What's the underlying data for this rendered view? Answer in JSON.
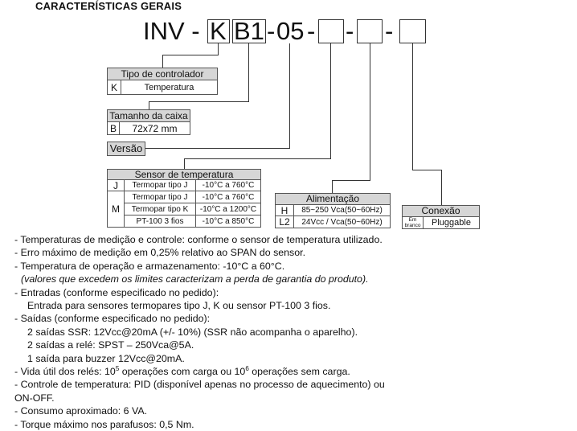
{
  "title": "CARACTERÍSTICAS GERAIS",
  "model_code": {
    "prefix": "INV -",
    "k": "K",
    "b1": "B1",
    "dash1": "-",
    "code05": "05",
    "dash2": "-",
    "dash3": "-",
    "dash4": "-"
  },
  "controller_type": {
    "header": "Tipo de controlador",
    "code": "K",
    "value": "Temperatura"
  },
  "case_size": {
    "header": "Tamanho da caixa",
    "code": "B",
    "value": "72x72 mm"
  },
  "version": {
    "label": "Versão"
  },
  "sensor": {
    "header": "Sensor de temperatura",
    "rows": [
      {
        "code": "J",
        "type": "Termopar tipo J",
        "range": "-10°C a 760°C"
      },
      {
        "code": "M",
        "type": "Termopar tipo J",
        "range": "-10°C a 760°C"
      },
      {
        "code": "",
        "type": "Termopar tipo K",
        "range": "-10°C a 1200°C"
      },
      {
        "code": "",
        "type": "PT-100 3 fios",
        "range": "-10°C a 850°C"
      }
    ]
  },
  "power": {
    "header": "Alimentação",
    "rows": [
      {
        "code": "H",
        "value": "85~250 Vca(50~60Hz)"
      },
      {
        "code": "L2",
        "value": "24Vcc / Vca(50~60Hz)"
      }
    ]
  },
  "connection": {
    "header": "Conexão",
    "code_line1": "Em",
    "code_line2": "branco",
    "value": "Pluggable"
  },
  "notes": {
    "n1": "- Temperaturas de medição e controle: conforme o sensor de temperatura utilizado.",
    "n2": "- Erro máximo de medição em 0,25% relativo ao SPAN do sensor.",
    "n3": "- Temperatura de operação e armazenamento: -10°C a 60°C.",
    "n3b": "(valores que excedem os limites caracterizam a perda de garantia do produto).",
    "n4": "- Entradas (conforme especificado no pedido):",
    "n4a": "Entrada para sensores termopares tipo J, K ou sensor PT-100 3 fios.",
    "n5": "- Saídas (conforme especificado no pedido):",
    "n5a": "2 saídas SSR: 12Vcc@20mA (+/- 10%) (SSR não acompanha o aparelho).",
    "n5b": "2 saídas a relé: SPST – 250Vca@5A.",
    "n5c": "1 saída para buzzer 12Vcc@20mA.",
    "n6_a": "- Vida útil dos relés: 10",
    "n6_exp1": "5",
    "n6_b": " operações com carga ou 10",
    "n6_exp2": "6",
    "n6_c": " operações sem carga.",
    "n7": "- Controle de temperatura: PID (disponível apenas no processo de aquecimento) ou",
    "n7b": "ON-OFF.",
    "n8": "- Consumo aproximado: 6 VA.",
    "n9": "- Torque máximo nos parafusos: 0,5 Nm."
  }
}
